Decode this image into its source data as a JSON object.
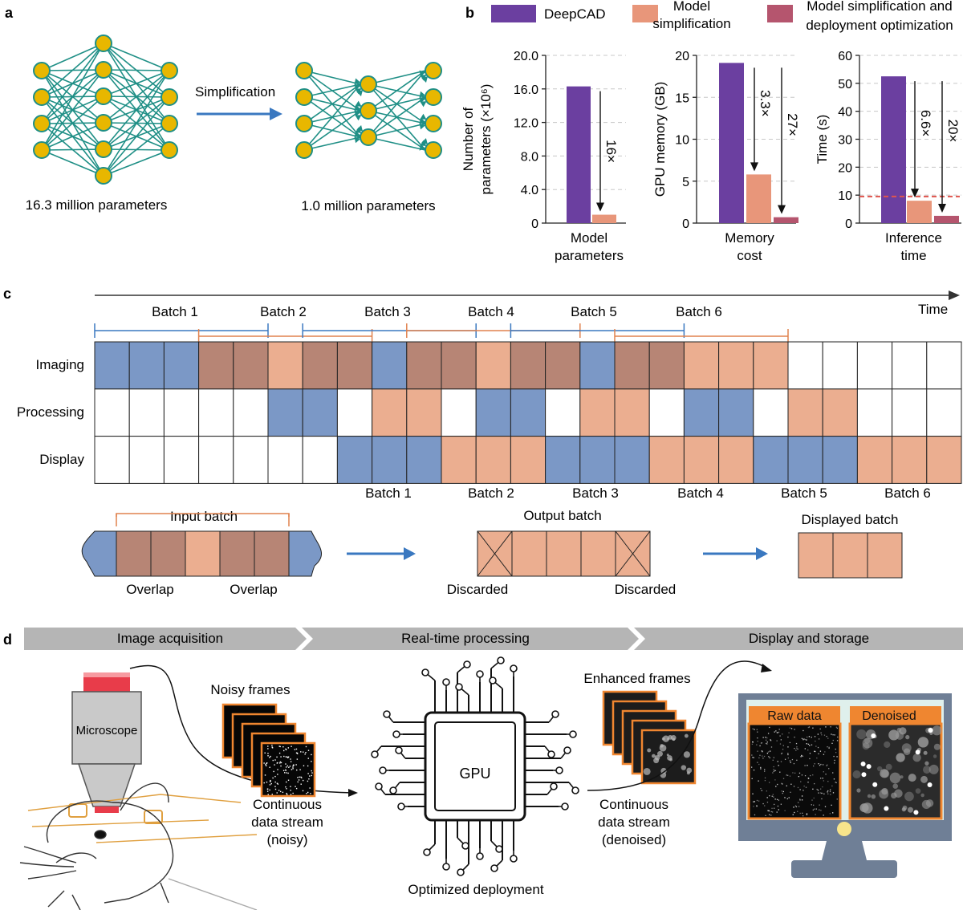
{
  "colors": {
    "deepcad": "#6b3fa0",
    "simplified": "#e8967a",
    "deployed": "#b5556e",
    "blue_batch": "#7b98c6",
    "brown_batch": "#b78575",
    "orange_batch": "#ebae90",
    "teal": "#1f8f86",
    "node": "#e8b700",
    "arrow_blue": "#3a78c0",
    "red_dash": "#e0564e",
    "gray_band": "#b5b5b5"
  },
  "panel_a": {
    "letter": "a",
    "left_caption": "16.3 million parameters",
    "right_caption": "1.0 million parameters",
    "arrow_label": "Simplification"
  },
  "panel_b": {
    "letter": "b",
    "legend": [
      "DeepCAD",
      "Model simplification",
      "Model simplification and deployment optimization"
    ],
    "legend_lines": [
      [
        "DeepCAD"
      ],
      [
        "Model",
        "simplification"
      ],
      [
        "Model simplification and",
        "deployment optimization"
      ]
    ]
  },
  "chart_data": [
    {
      "type": "bar",
      "categories": [
        "DeepCAD",
        "Model simplification"
      ],
      "values": [
        16.3,
        1.0
      ],
      "ylabel_lines": [
        "Number of",
        "parameters (×10⁶)"
      ],
      "xlabel_lines": [
        "Model",
        "parameters"
      ],
      "yticks": [
        "0",
        "4.0",
        "8.0",
        "12.0",
        "16.0",
        "20.0"
      ],
      "ylim": [
        0,
        20
      ],
      "annotations": [
        "16×"
      ],
      "grid": true
    },
    {
      "type": "bar",
      "categories": [
        "DeepCAD",
        "Model simplification",
        "Model simplification and deployment optimization"
      ],
      "values": [
        19.1,
        5.8,
        0.7
      ],
      "ylabel_lines": [
        "GPU memory (GB)"
      ],
      "xlabel_lines": [
        "Memory",
        "cost"
      ],
      "yticks": [
        "0",
        "5",
        "10",
        "15",
        "20"
      ],
      "ylim": [
        0,
        20
      ],
      "annotations": [
        "3.3×",
        "27×"
      ],
      "grid": true
    },
    {
      "type": "bar",
      "categories": [
        "DeepCAD",
        "Model simplification",
        "Model simplification and deployment optimization"
      ],
      "values": [
        52.5,
        8.0,
        2.6
      ],
      "ylabel_lines": [
        "Time (s)"
      ],
      "xlabel_lines": [
        "Inference",
        "time"
      ],
      "yticks": [
        "0",
        "10",
        "20",
        "30",
        "40",
        "50",
        "60"
      ],
      "ylim": [
        0,
        60
      ],
      "annotations": [
        "6.6×",
        "20×"
      ],
      "reference_line": 9.5,
      "grid": true
    }
  ],
  "panel_c": {
    "letter": "c",
    "time_label": "Time",
    "row_labels": [
      "Imaging",
      "Processing",
      "Display"
    ],
    "top_batches": [
      "Batch 1",
      "Batch 2",
      "Batch 3",
      "Batch 4",
      "Batch 5",
      "Batch 6"
    ],
    "bottom_batches": [
      "Batch 1",
      "Batch 2",
      "Batch 3",
      "Batch 4",
      "Batch 5",
      "Batch 6"
    ],
    "rows": [
      [
        "B",
        "B",
        "B",
        "R",
        "R",
        "O",
        "R",
        "R",
        "B",
        "R",
        "R",
        "O",
        "R",
        "R",
        "B",
        "R",
        "R",
        "O",
        "O",
        "O",
        "W",
        "W",
        "W",
        "W",
        "W"
      ],
      [
        "W",
        "W",
        "W",
        "W",
        "W",
        "B",
        "B",
        "W",
        "O",
        "O",
        "W",
        "B",
        "B",
        "W",
        "O",
        "O",
        "W",
        "B",
        "B",
        "W",
        "O",
        "O",
        "W",
        "W",
        "W"
      ],
      [
        "W",
        "W",
        "W",
        "W",
        "W",
        "W",
        "W",
        "B",
        "B",
        "B",
        "O",
        "O",
        "O",
        "B",
        "B",
        "B",
        "O",
        "O",
        "O",
        "B",
        "B",
        "B",
        "O",
        "O",
        "O"
      ]
    ],
    "input_batch_label": "Input batch",
    "output_batch_label": "Output batch",
    "displayed_batch_label": "Displayed batch",
    "overlap_label": "Overlap",
    "discarded_label": "Discarded",
    "input_cells": [
      "R",
      "R",
      "O",
      "R",
      "R"
    ]
  },
  "panel_d": {
    "letter": "d",
    "stages": [
      "Image acquisition",
      "Real-time processing",
      "Display and storage"
    ],
    "microscope_label": "Microscope",
    "noisy_frames_label": "Noisy frames",
    "enhanced_frames_label": "Enhanced frames",
    "stream_noisy": [
      "Continuous",
      "data stream",
      "(noisy)"
    ],
    "stream_denoised": [
      "Continuous",
      "data stream",
      "(denoised)"
    ],
    "gpu_label": "GPU",
    "deployment_label": "Optimized deployment",
    "raw_label": "Raw data",
    "denoised_label": "Denoised"
  }
}
